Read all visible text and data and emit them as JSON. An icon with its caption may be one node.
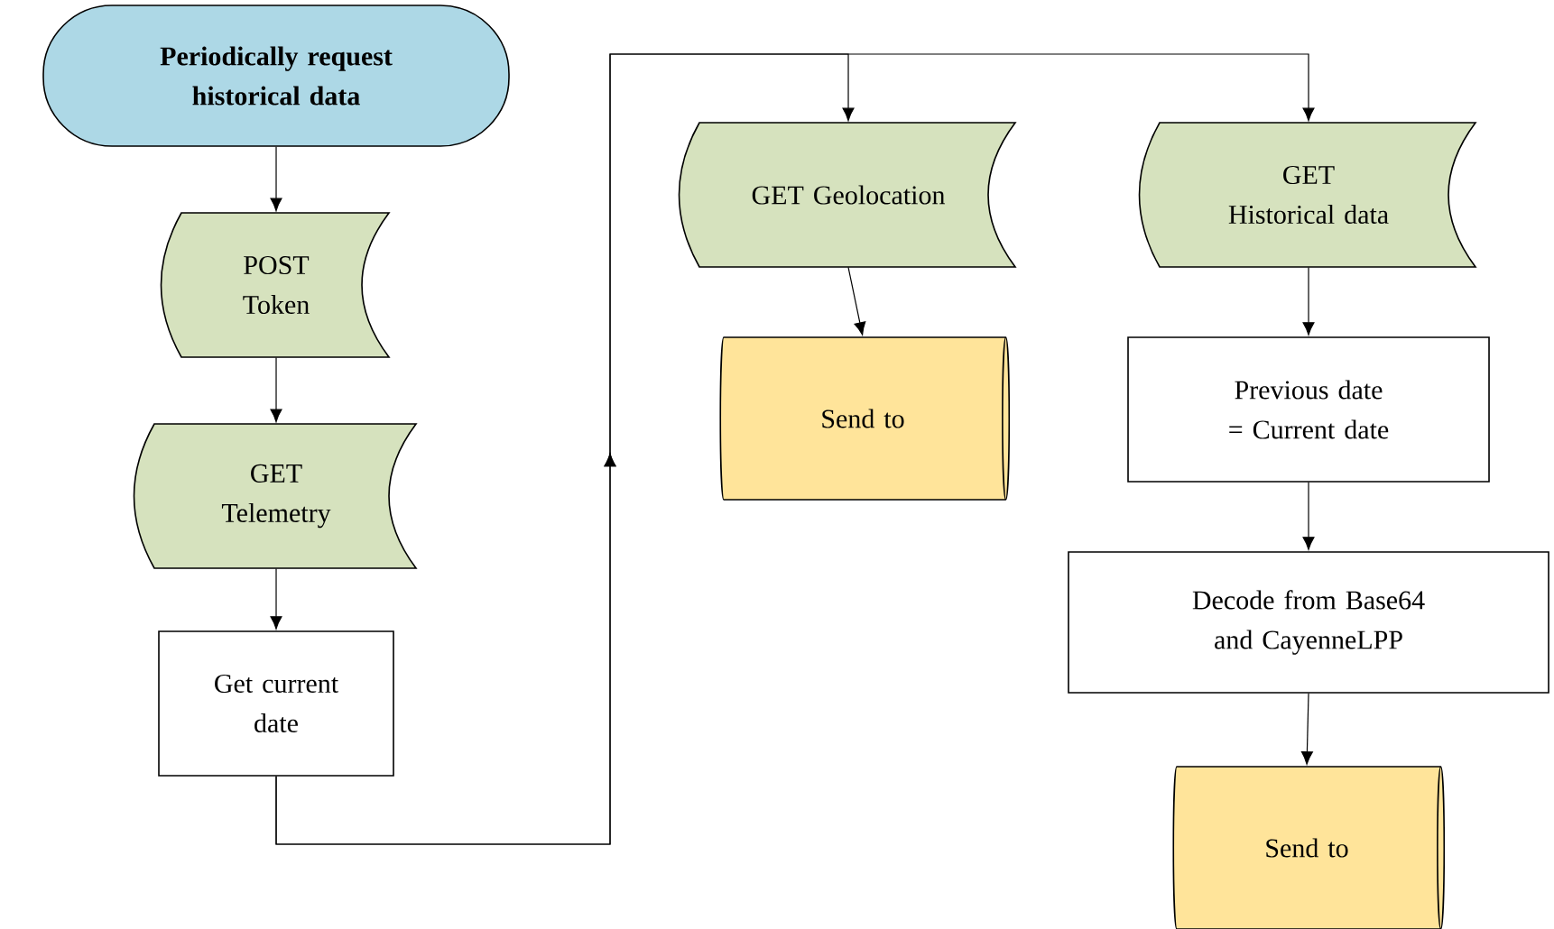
{
  "diagram": {
    "nodes": [
      {
        "text": [
          "Periodically request historical data"
        ]
      },
      {
        "text": [
          "POST Token"
        ]
      },
      {
        "text": [
          "GET Telemetry"
        ]
      },
      {
        "text": [
          "Get current date"
        ]
      },
      {
        "text": [
          "GET Geolocation"
        ]
      },
      {
        "text": [
          "Send to"
        ]
      },
      {
        "text": [
          "GET Historical data"
        ]
      },
      {
        "text": [
          "Previous date = Current date"
        ]
      },
      {
        "text": [
          "Decode from Base64 and CayenneLPP"
        ]
      },
      {
        "text": [
          "Send to"
        ]
      }
    ],
    "edges": [
      {
        "from": 0,
        "to": 1,
        "arrow": "to"
      },
      {
        "from": 1,
        "to": 2,
        "arrow": "to"
      },
      {
        "from": 2,
        "to": 3,
        "arrow": "to"
      },
      {
        "from": 3,
        "to": 4,
        "arrow": "to"
      },
      {
        "from": 3,
        "to": 6,
        "arrow": "to"
      },
      {
        "from": 4,
        "to": 5,
        "arrow": "to"
      },
      {
        "from": 6,
        "to": 7,
        "arrow": "to"
      },
      {
        "from": 7,
        "to": 8,
        "arrow": "to"
      },
      {
        "from": 8,
        "to": 9,
        "arrow": "to"
      }
    ]
  }
}
